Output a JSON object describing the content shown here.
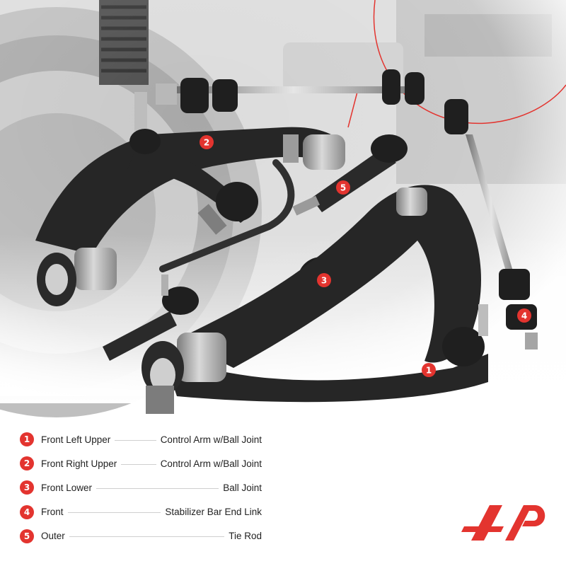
{
  "legend": [
    {
      "num": "1",
      "left": "Front Left Upper",
      "right": "Control Arm w/Ball Joint"
    },
    {
      "num": "2",
      "left": "Front Right Upper",
      "right": "Control Arm w/Ball Joint"
    },
    {
      "num": "3",
      "left": "Front Lower",
      "right": "Ball Joint"
    },
    {
      "num": "4",
      "left": "Front",
      "right": "Stabilizer Bar End Link"
    },
    {
      "num": "5",
      "left": "Outer",
      "right": "Tie Rod"
    }
  ],
  "callouts": [
    "1",
    "2",
    "3",
    "4",
    "5"
  ],
  "colors": {
    "accent": "#e3342f",
    "part": "#2b2b2b",
    "metal": "#9a9a9a",
    "background_gray": "#d8d8d8"
  },
  "logo": {
    "icon": "brand-logo-icon"
  }
}
